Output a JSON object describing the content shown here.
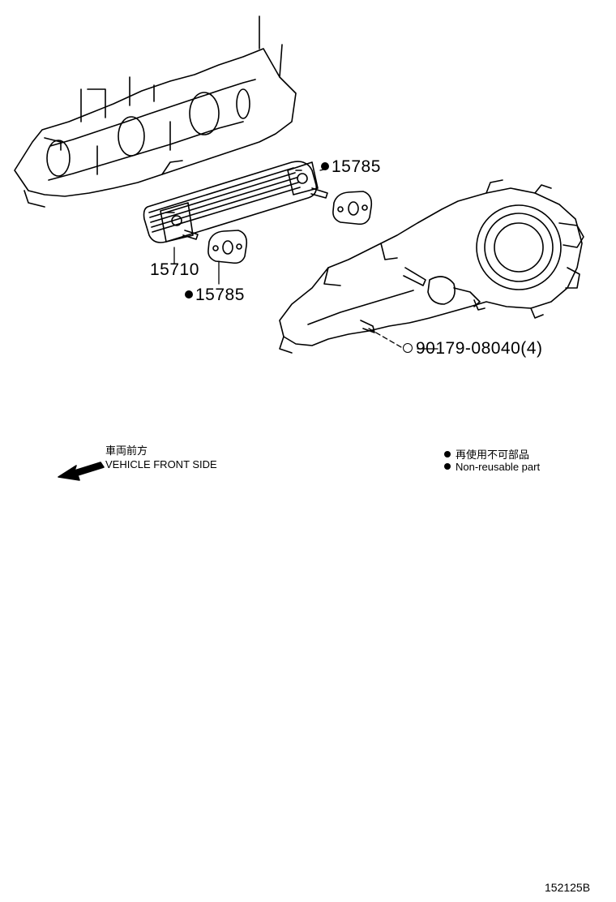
{
  "callouts": {
    "gasket_upper": "15785",
    "cooler": "15710",
    "gasket_lower": "15785",
    "nut": "90179-08040(4)"
  },
  "direction": {
    "label_jp": "車両前方",
    "label_en": "VEHICLE FRONT SIDE"
  },
  "legend": {
    "jp": "再使用不可部品",
    "en": "Non-reusable part"
  },
  "figure_id": "152125B"
}
